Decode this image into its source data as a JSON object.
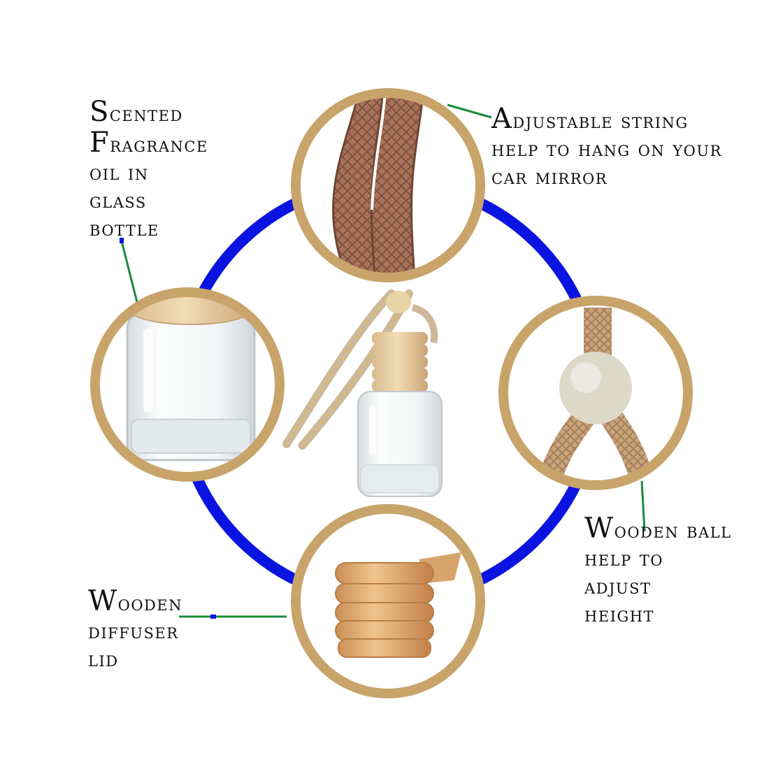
{
  "colors": {
    "ring": "#0a14e0",
    "frame": "#c8a46a",
    "leader": "#1a8a3a",
    "cord": "#9a6a4e",
    "wood": "#e6c99a",
    "glass": "#eef2f4"
  },
  "callouts": {
    "bottle": {
      "lines": [
        "Scented",
        "Fragrance",
        "oil in",
        "glass",
        "bottle"
      ]
    },
    "string": {
      "lines": [
        "Adjustable string",
        "help to hang on your",
        "car mirror"
      ]
    },
    "ball": {
      "lines": [
        "Wooden ball",
        "help to",
        "adjust",
        "height"
      ]
    },
    "lid": {
      "lines": [
        "Wooden",
        "diffuser",
        "lid"
      ]
    }
  },
  "icons": [
    "glass-bottle-icon",
    "cord-icon",
    "wooden-ball-icon",
    "wooden-lid-icon",
    "diffuser-bottle-icon"
  ]
}
